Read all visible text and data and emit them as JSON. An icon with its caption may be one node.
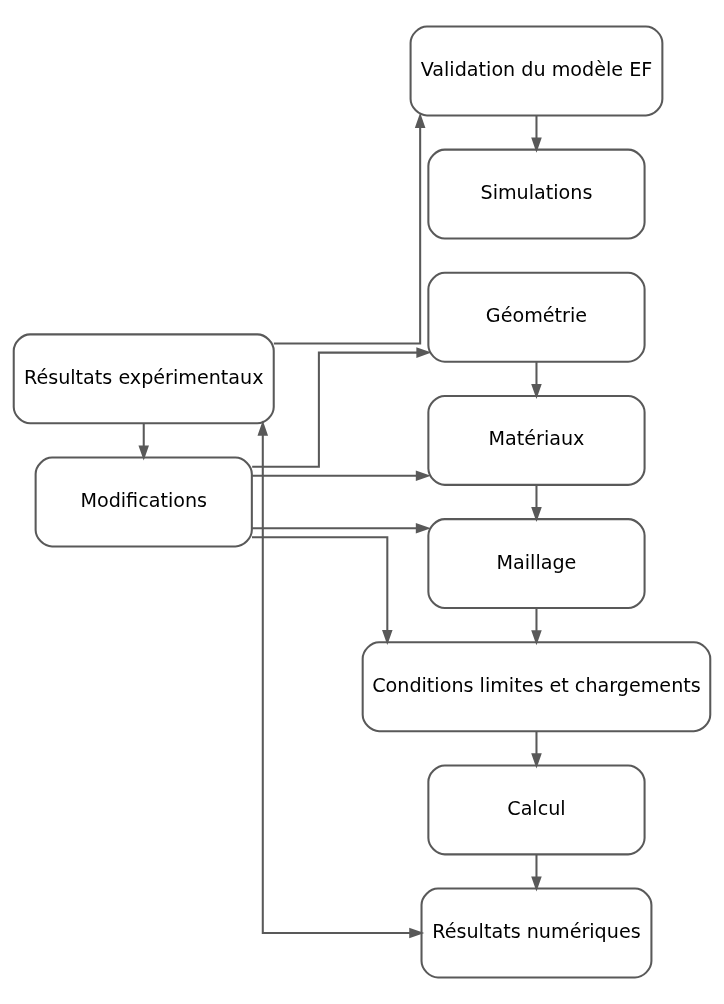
{
  "diagram": {
    "nodes": [
      {
        "text": [
          "Géométrie"
        ]
      },
      {
        "text": [
          "Matériaux"
        ]
      },
      {
        "text": [
          "Maillage"
        ]
      },
      {
        "text": [
          "Conditions limites et chargements"
        ]
      },
      {
        "text": [
          "Calcul"
        ]
      },
      {
        "text": [
          "Résultats numériques"
        ]
      },
      {
        "text": [
          "Validation du modèle EF"
        ]
      },
      {
        "text": [
          "Simulations"
        ]
      },
      {
        "text": [
          "Modifications"
        ]
      },
      {
        "text": [
          "Résultats expérimentaux"
        ]
      }
    ],
    "edges": [
      {
        "from": 8,
        "to": 0,
        "arrow": "to"
      },
      {
        "from": 8,
        "to": 1,
        "arrow": "to"
      },
      {
        "from": 8,
        "to": 2,
        "arrow": "to"
      },
      {
        "from": 8,
        "to": 3,
        "arrow": "to"
      },
      {
        "from": 0,
        "to": 1,
        "arrow": "to"
      },
      {
        "from": 1,
        "to": 2,
        "arrow": "to"
      },
      {
        "from": 2,
        "to": 3,
        "arrow": "to"
      },
      {
        "from": 3,
        "to": 4,
        "arrow": "to"
      },
      {
        "from": 4,
        "to": 5,
        "arrow": "to"
      },
      {
        "from": 6,
        "to": 7,
        "arrow": "to"
      },
      {
        "from": 9,
        "to": 8,
        "arrow": "to"
      },
      {
        "from": 9,
        "to": 5,
        "arrow": "both"
      },
      {
        "from": 9,
        "to": 6,
        "arrow": "to"
      }
    ]
  }
}
